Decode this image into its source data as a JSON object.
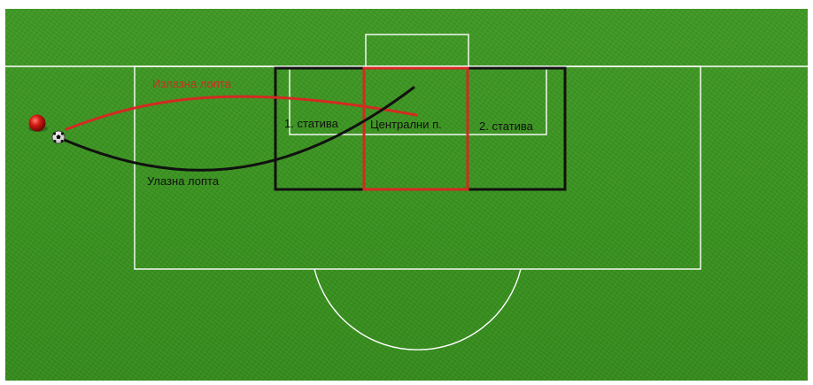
{
  "labels": {
    "outswinging_ball": "Излазна лопта",
    "inswinging_ball": "Улазна лопта",
    "near_post": "1. статива",
    "central_zone": "Централни п.",
    "far_post": "2. статива"
  },
  "colors": {
    "pitch": "#3a9420",
    "lines": "#ffffff",
    "outswinging": "#d42a22",
    "inswinging": "#111111",
    "zone_outline": "#111111",
    "central_outline": "#d42a22"
  },
  "icons": {
    "player_marker": "red-ball-marker-icon",
    "ball": "soccer-ball-icon"
  }
}
